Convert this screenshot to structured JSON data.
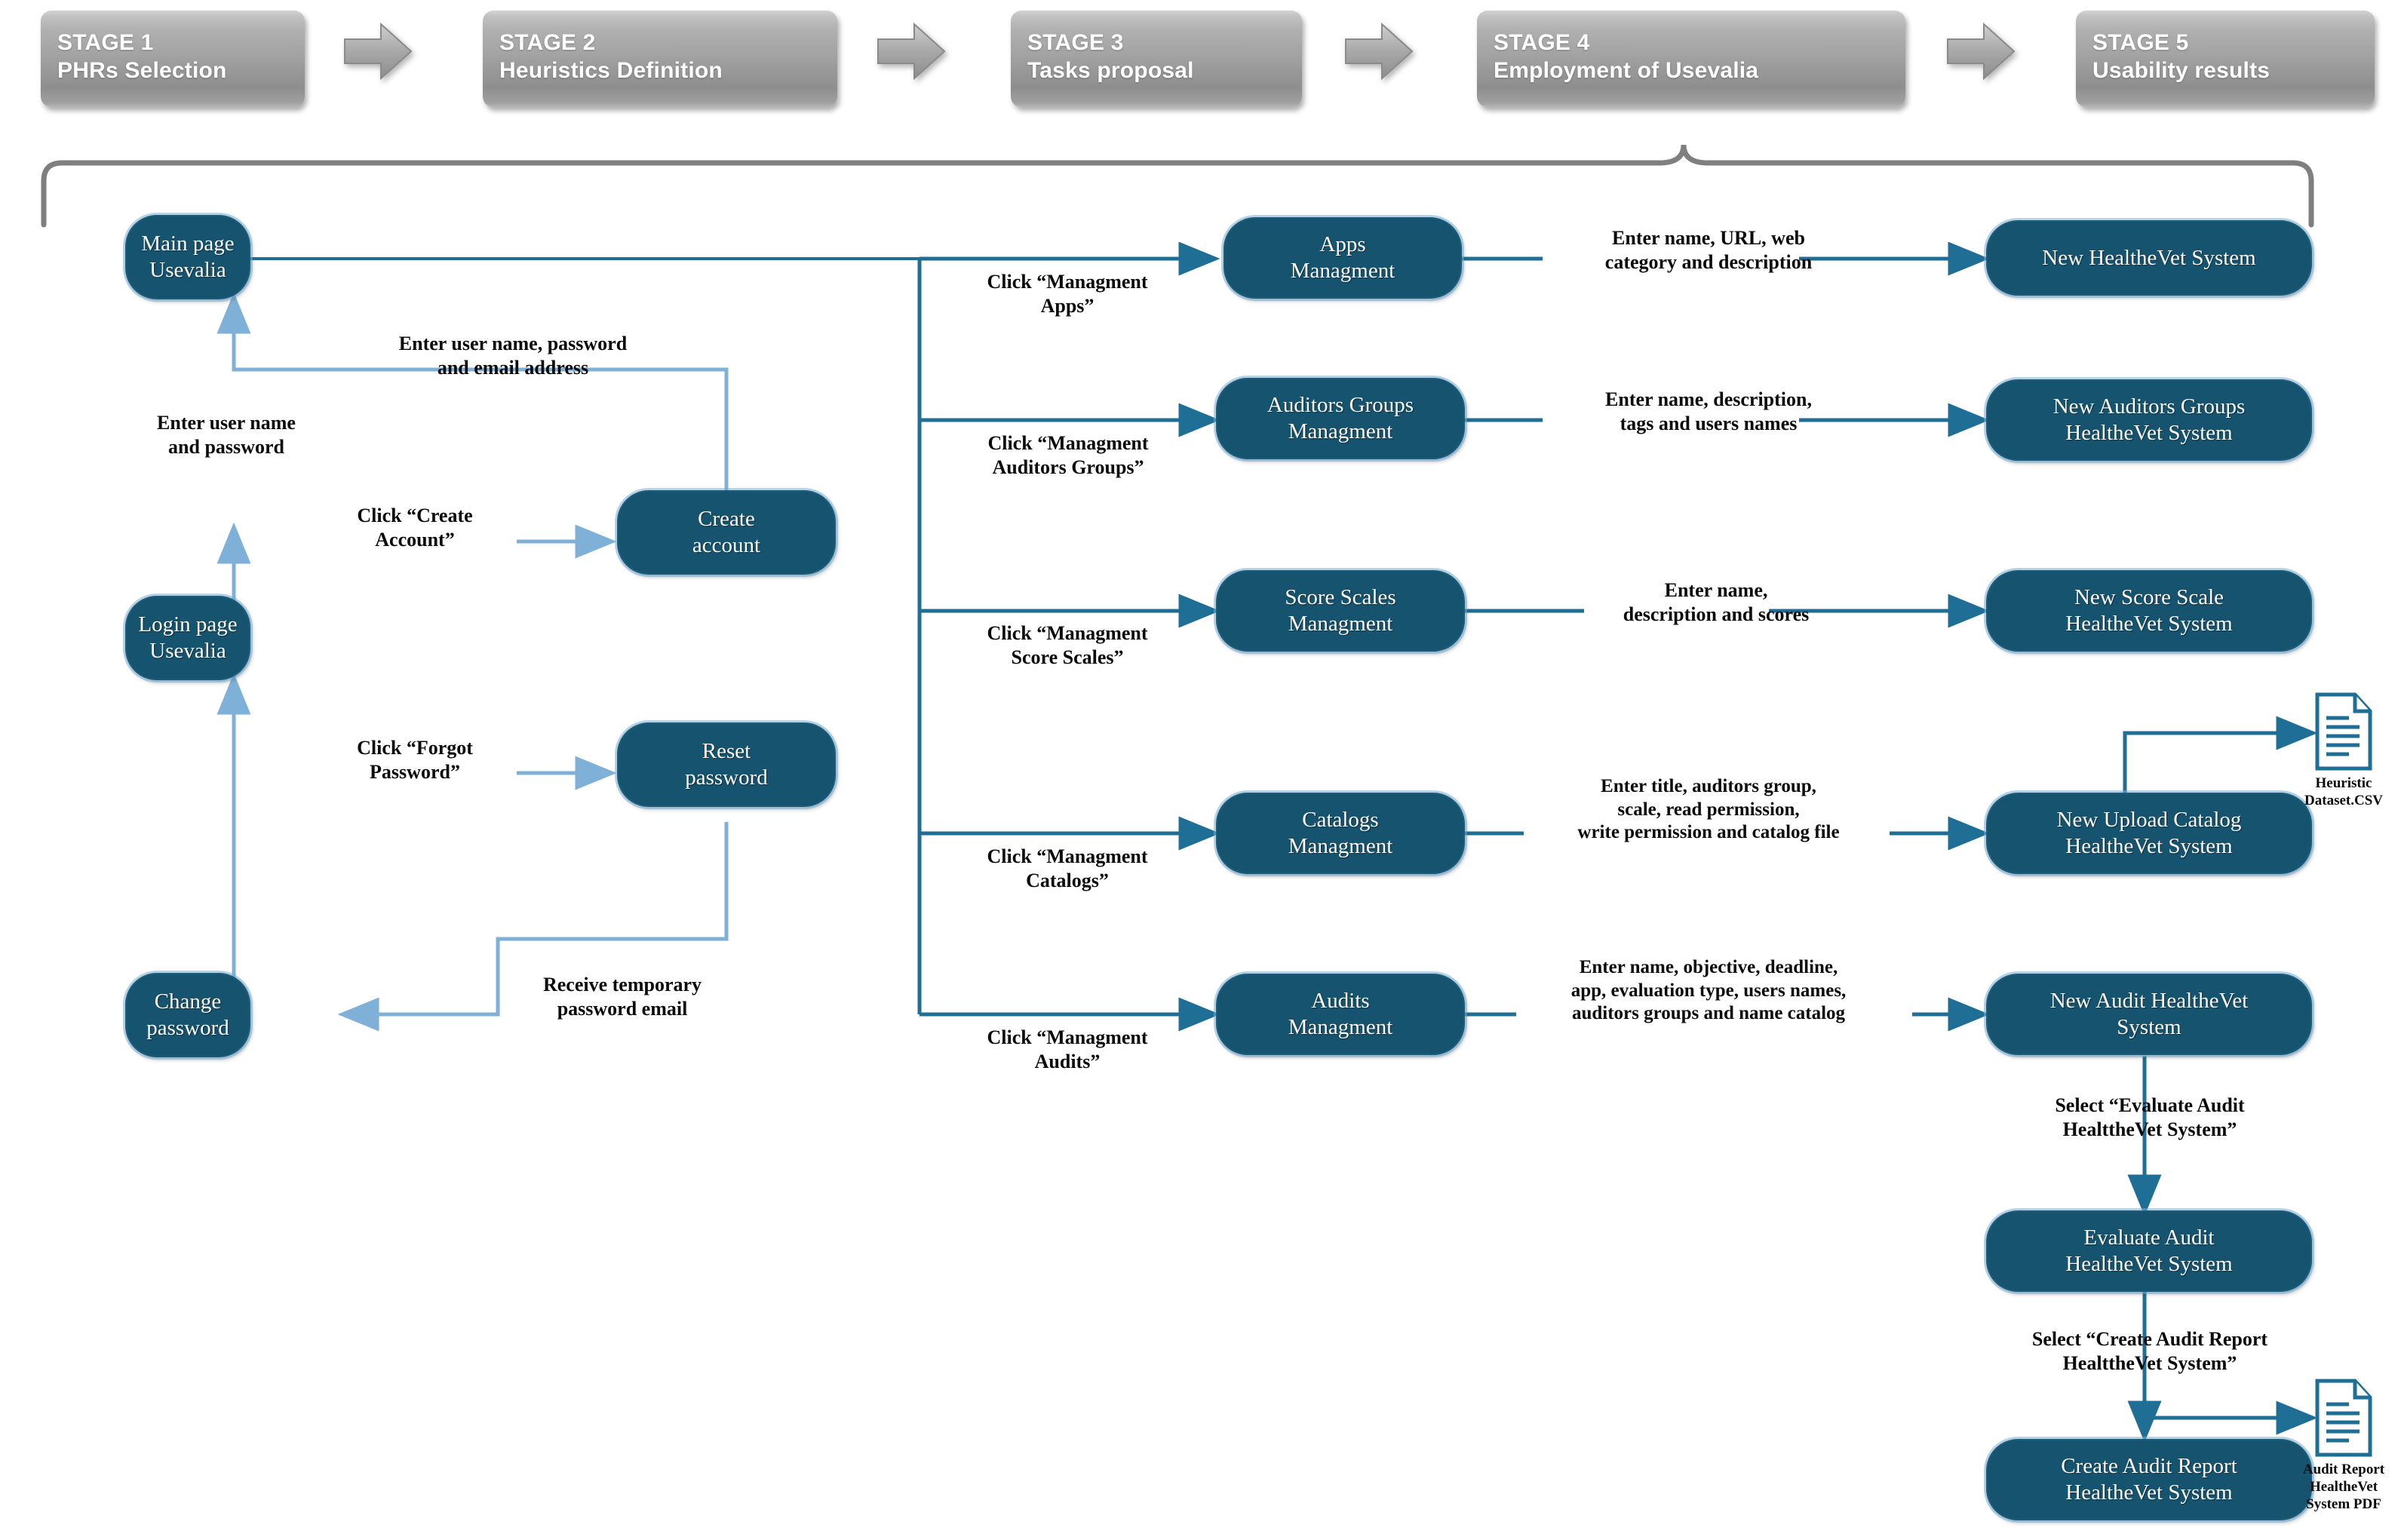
{
  "stages": [
    {
      "num": "STAGE 1",
      "title": "PHRs Selection"
    },
    {
      "num": "STAGE 2",
      "title": "Heuristics Definition"
    },
    {
      "num": "STAGE 3",
      "title": "Tasks proposal"
    },
    {
      "num": "STAGE 4",
      "title": "Employment of Usevalia"
    },
    {
      "num": "STAGE 5",
      "title": "Usability results"
    }
  ],
  "nodes": {
    "main_page": "Main page\nUsevalia",
    "login_page": "Login page\nUsevalia",
    "create_account": "Create\naccount",
    "reset_password": "Reset\npassword",
    "change_password": "Change\npassword",
    "apps_mgmt": "Apps\nManagment",
    "auditors_groups_mgmt": "Auditors Groups\nManagment",
    "score_scales_mgmt": "Score Scales\nManagment",
    "catalogs_mgmt": "Catalogs\nManagment",
    "audits_mgmt": "Audits\nManagment",
    "new_healthevet": "New HealtheVet System",
    "new_auditors_groups": "New Auditors Groups\nHealtheVet System",
    "new_score_scale": "New Score Scale\nHealtheVet System",
    "new_upload_catalog": "New Upload Catalog\nHealtheVet System",
    "new_audit": "New Audit HealtheVet\nSystem",
    "evaluate_audit": "Evaluate Audit\nHealtheVet System",
    "create_audit_report": "Create Audit Report\nHealtheVet System"
  },
  "edge_labels": {
    "enter_user_pass_email": "Enter user name, password\nand email address",
    "enter_user_pass": "Enter user name\nand password",
    "click_create_account": "Click “Create\nAccount”",
    "click_forgot_password": "Click “Forgot\nPassword”",
    "receive_temp_email": "Receive temporary\npassword email",
    "click_mgmt_apps": "Click “Managment\nApps”",
    "click_mgmt_auditors_groups": "Click  “Managment\nAuditors Groups”",
    "click_mgmt_score_scales": "Click “Managment\nScore Scales”",
    "click_mgmt_catalogs": "Click “Managment\nCatalogs”",
    "click_mgmt_audits": "Click “Managment\nAudits”",
    "enter_apps_fields": "Enter name, URL, web\ncategory and description",
    "enter_auditors_fields": "Enter name, description,\ntags and users names",
    "enter_scale_fields": "Enter name,\ndescription and scores",
    "enter_catalog_fields": "Enter title, auditors group,\nscale, read permission,\nwrite permission and catalog file",
    "enter_audit_fields": "Enter name, objective, deadline,\napp, evaluation type, users names,\nauditors groups and name catalog",
    "select_evaluate_audit": "Select “Evaluate Audit\nHealttheVet System”",
    "select_create_audit_report": "Select “Create Audit Report\nHealttheVet System”"
  },
  "documents": {
    "heuristic_dataset": "Heuristic\nDataset.CSV",
    "audit_report": "Audit Report\nHealtheVet\nSystem PDF"
  },
  "colors": {
    "node_fill": "#16536f",
    "node_glow": "#78afd7",
    "edge_dark": "#1f6e95",
    "edge_light": "#7fb0d8",
    "stage_grey": "#a3a3a3",
    "brace_grey": "#7f7f7f"
  }
}
